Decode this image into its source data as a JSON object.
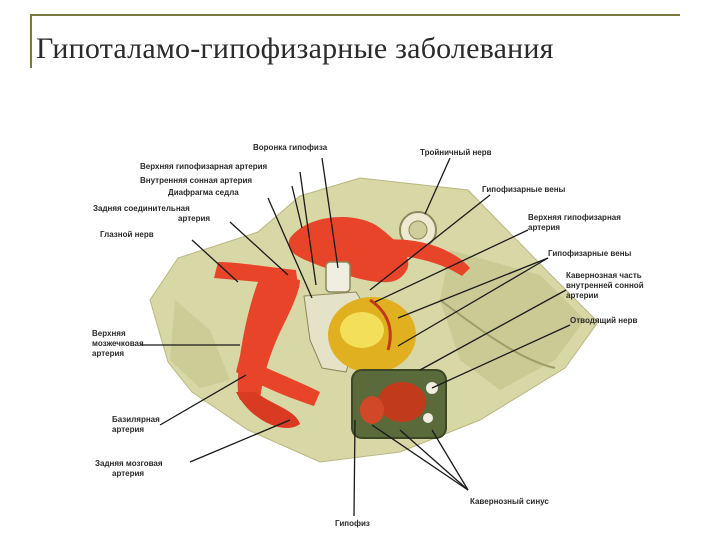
{
  "title": "Гипоталамо-гипофизарные заболевания",
  "colors": {
    "artery": "#e8442a",
    "bone": "#d8d7a6",
    "gland": "#e0b020",
    "sinus": "#5a6a3a"
  },
  "labels": [
    {
      "id": "voronka",
      "lines": [
        "Воронка гипофиза"
      ]
    },
    {
      "id": "trojnichnyj",
      "lines": [
        "Тройничный нерв"
      ]
    },
    {
      "id": "verhnyaya-art",
      "lines": [
        "Верхняя гипофизарная артерия"
      ]
    },
    {
      "id": "vnutr-sonnaya",
      "lines": [
        "Внутренняя сонная артерия"
      ]
    },
    {
      "id": "gipofiz-veny-1",
      "lines": [
        "Гипофизарные вены"
      ]
    },
    {
      "id": "diafragma",
      "lines": [
        "Диафрагма седла"
      ]
    },
    {
      "id": "zadnyaya-soed",
      "lines": [
        "Задняя соединительная",
        "артерия"
      ]
    },
    {
      "id": "verhnyaya-art-2",
      "lines": [
        "Верхняя гипофизарная",
        "артерия"
      ]
    },
    {
      "id": "glaznoj",
      "lines": [
        "Глазной нерв"
      ]
    },
    {
      "id": "gipofiz-veny-2",
      "lines": [
        "Гипофизарные вены"
      ]
    },
    {
      "id": "kavern-chast",
      "lines": [
        "Кавернозная часть",
        "внутренней сонной",
        "артерии"
      ]
    },
    {
      "id": "otvodyashchij",
      "lines": [
        "Отводящий нерв"
      ]
    },
    {
      "id": "verhnyaya-mozzh",
      "lines": [
        "Верхняя",
        "мозжечковая",
        "артерия"
      ]
    },
    {
      "id": "bazilyarnaya",
      "lines": [
        "Базилярная",
        "артерия"
      ]
    },
    {
      "id": "zadnyaya-mozg",
      "lines": [
        "Задняя мозговая",
        "артерия"
      ]
    },
    {
      "id": "kavern-sinus",
      "lines": [
        "Кавернозный синус"
      ]
    },
    {
      "id": "gipofiz",
      "lines": [
        "Гипофиз"
      ]
    }
  ]
}
